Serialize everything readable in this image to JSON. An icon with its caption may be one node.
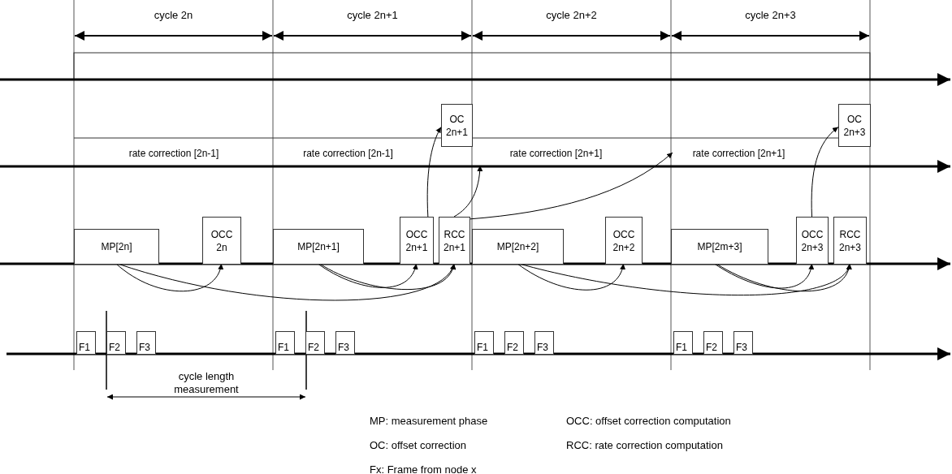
{
  "diagram": {
    "nodes": [
      {
        "text": [
          "rate correction [2n-1]"
        ]
      },
      {
        "text": [
          "rate correction [2n-1]"
        ]
      },
      {
        "text": [
          "OC 2n+1"
        ]
      },
      {
        "text": [
          "rate correction [2n+1]"
        ]
      },
      {
        "text": [
          "rate correction [2n+1]"
        ]
      },
      {
        "text": [
          "OC 2n+3"
        ]
      },
      {
        "text": [
          "MP[2n]"
        ]
      },
      {
        "text": [
          "OCC 2n"
        ]
      },
      {
        "text": [
          "MP[2n+1]"
        ]
      },
      {
        "text": [
          "OCC 2n+1"
        ]
      },
      {
        "text": [
          "RCC 2n+1"
        ]
      },
      {
        "text": [
          "MP[2n+2]"
        ]
      },
      {
        "text": [
          "OCC 2n+2"
        ]
      },
      {
        "text": [
          "MP[2m+3]"
        ]
      },
      {
        "text": [
          "OCC 2n+3"
        ]
      },
      {
        "text": [
          "RCC 2n+3"
        ]
      },
      {
        "text": [
          "F1"
        ]
      },
      {
        "text": [
          "F2"
        ]
      },
      {
        "text": [
          "F3"
        ]
      },
      {
        "text": [
          "F1"
        ]
      },
      {
        "text": [
          "F2"
        ]
      },
      {
        "text": [
          "F3"
        ]
      },
      {
        "text": [
          "F1"
        ]
      },
      {
        "text": [
          "F2"
        ]
      },
      {
        "text": [
          "F3"
        ]
      },
      {
        "text": [
          "F1"
        ]
      },
      {
        "text": [
          "F2"
        ]
      },
      {
        "text": [
          "F3"
        ]
      }
    ],
    "edges": [
      {
        "from": 6,
        "to": 7,
        "arrow": "to"
      },
      {
        "from": 6,
        "to": 10,
        "arrow": "to"
      },
      {
        "from": 8,
        "to": 9,
        "arrow": "to"
      },
      {
        "from": 8,
        "to": 10,
        "arrow": "to"
      },
      {
        "from": 11,
        "to": 12,
        "arrow": "to"
      },
      {
        "from": 11,
        "to": 15,
        "arrow": "to"
      },
      {
        "from": 13,
        "to": 14,
        "arrow": "to"
      },
      {
        "from": 13,
        "to": 15,
        "arrow": "to"
      },
      {
        "from": 9,
        "to": 2,
        "arrow": "to"
      },
      {
        "from": 10,
        "to": 3,
        "arrow": "to"
      },
      {
        "from": 10,
        "to": 4,
        "arrow": "to"
      },
      {
        "from": 14,
        "to": 5,
        "arrow": "to"
      }
    ],
    "labels": [
      "cycle 2n",
      "cycle 2n+1",
      "cycle 2n+2",
      "cycle 2n+3",
      "cycle length measurement",
      "MP: measurement phase",
      "OCC: offset correction computation",
      "OC: offset correction",
      "RCC: rate correction computation",
      "Fx: Frame from node x"
    ]
  }
}
